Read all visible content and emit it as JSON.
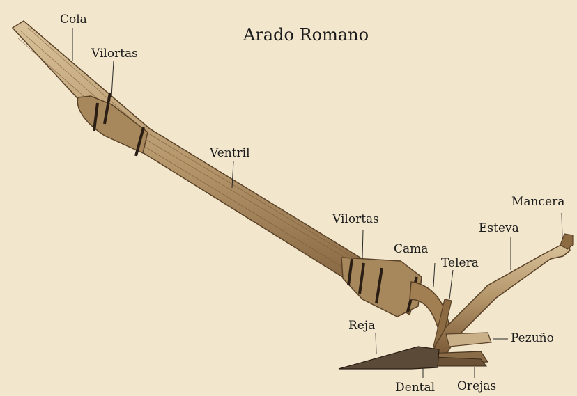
{
  "title": "Arado Romano",
  "labels": {
    "cola": "Cola",
    "vilortas_top": "Vilortas",
    "ventril": "Ventril",
    "vilortas_bottom": "Vilortas",
    "cama": "Cama",
    "telera": "Telera",
    "esteva": "Esteva",
    "mancera": "Mancera",
    "reja": "Reja",
    "pezuno": "Pezuño",
    "dental": "Dental",
    "orejas": "Orejas"
  },
  "colors": {
    "background": "#f2e6cc",
    "wood": "#b8986a",
    "wood_dark": "#6b4f2e",
    "band": "#2a1e14",
    "metal": "#5c4a38"
  }
}
